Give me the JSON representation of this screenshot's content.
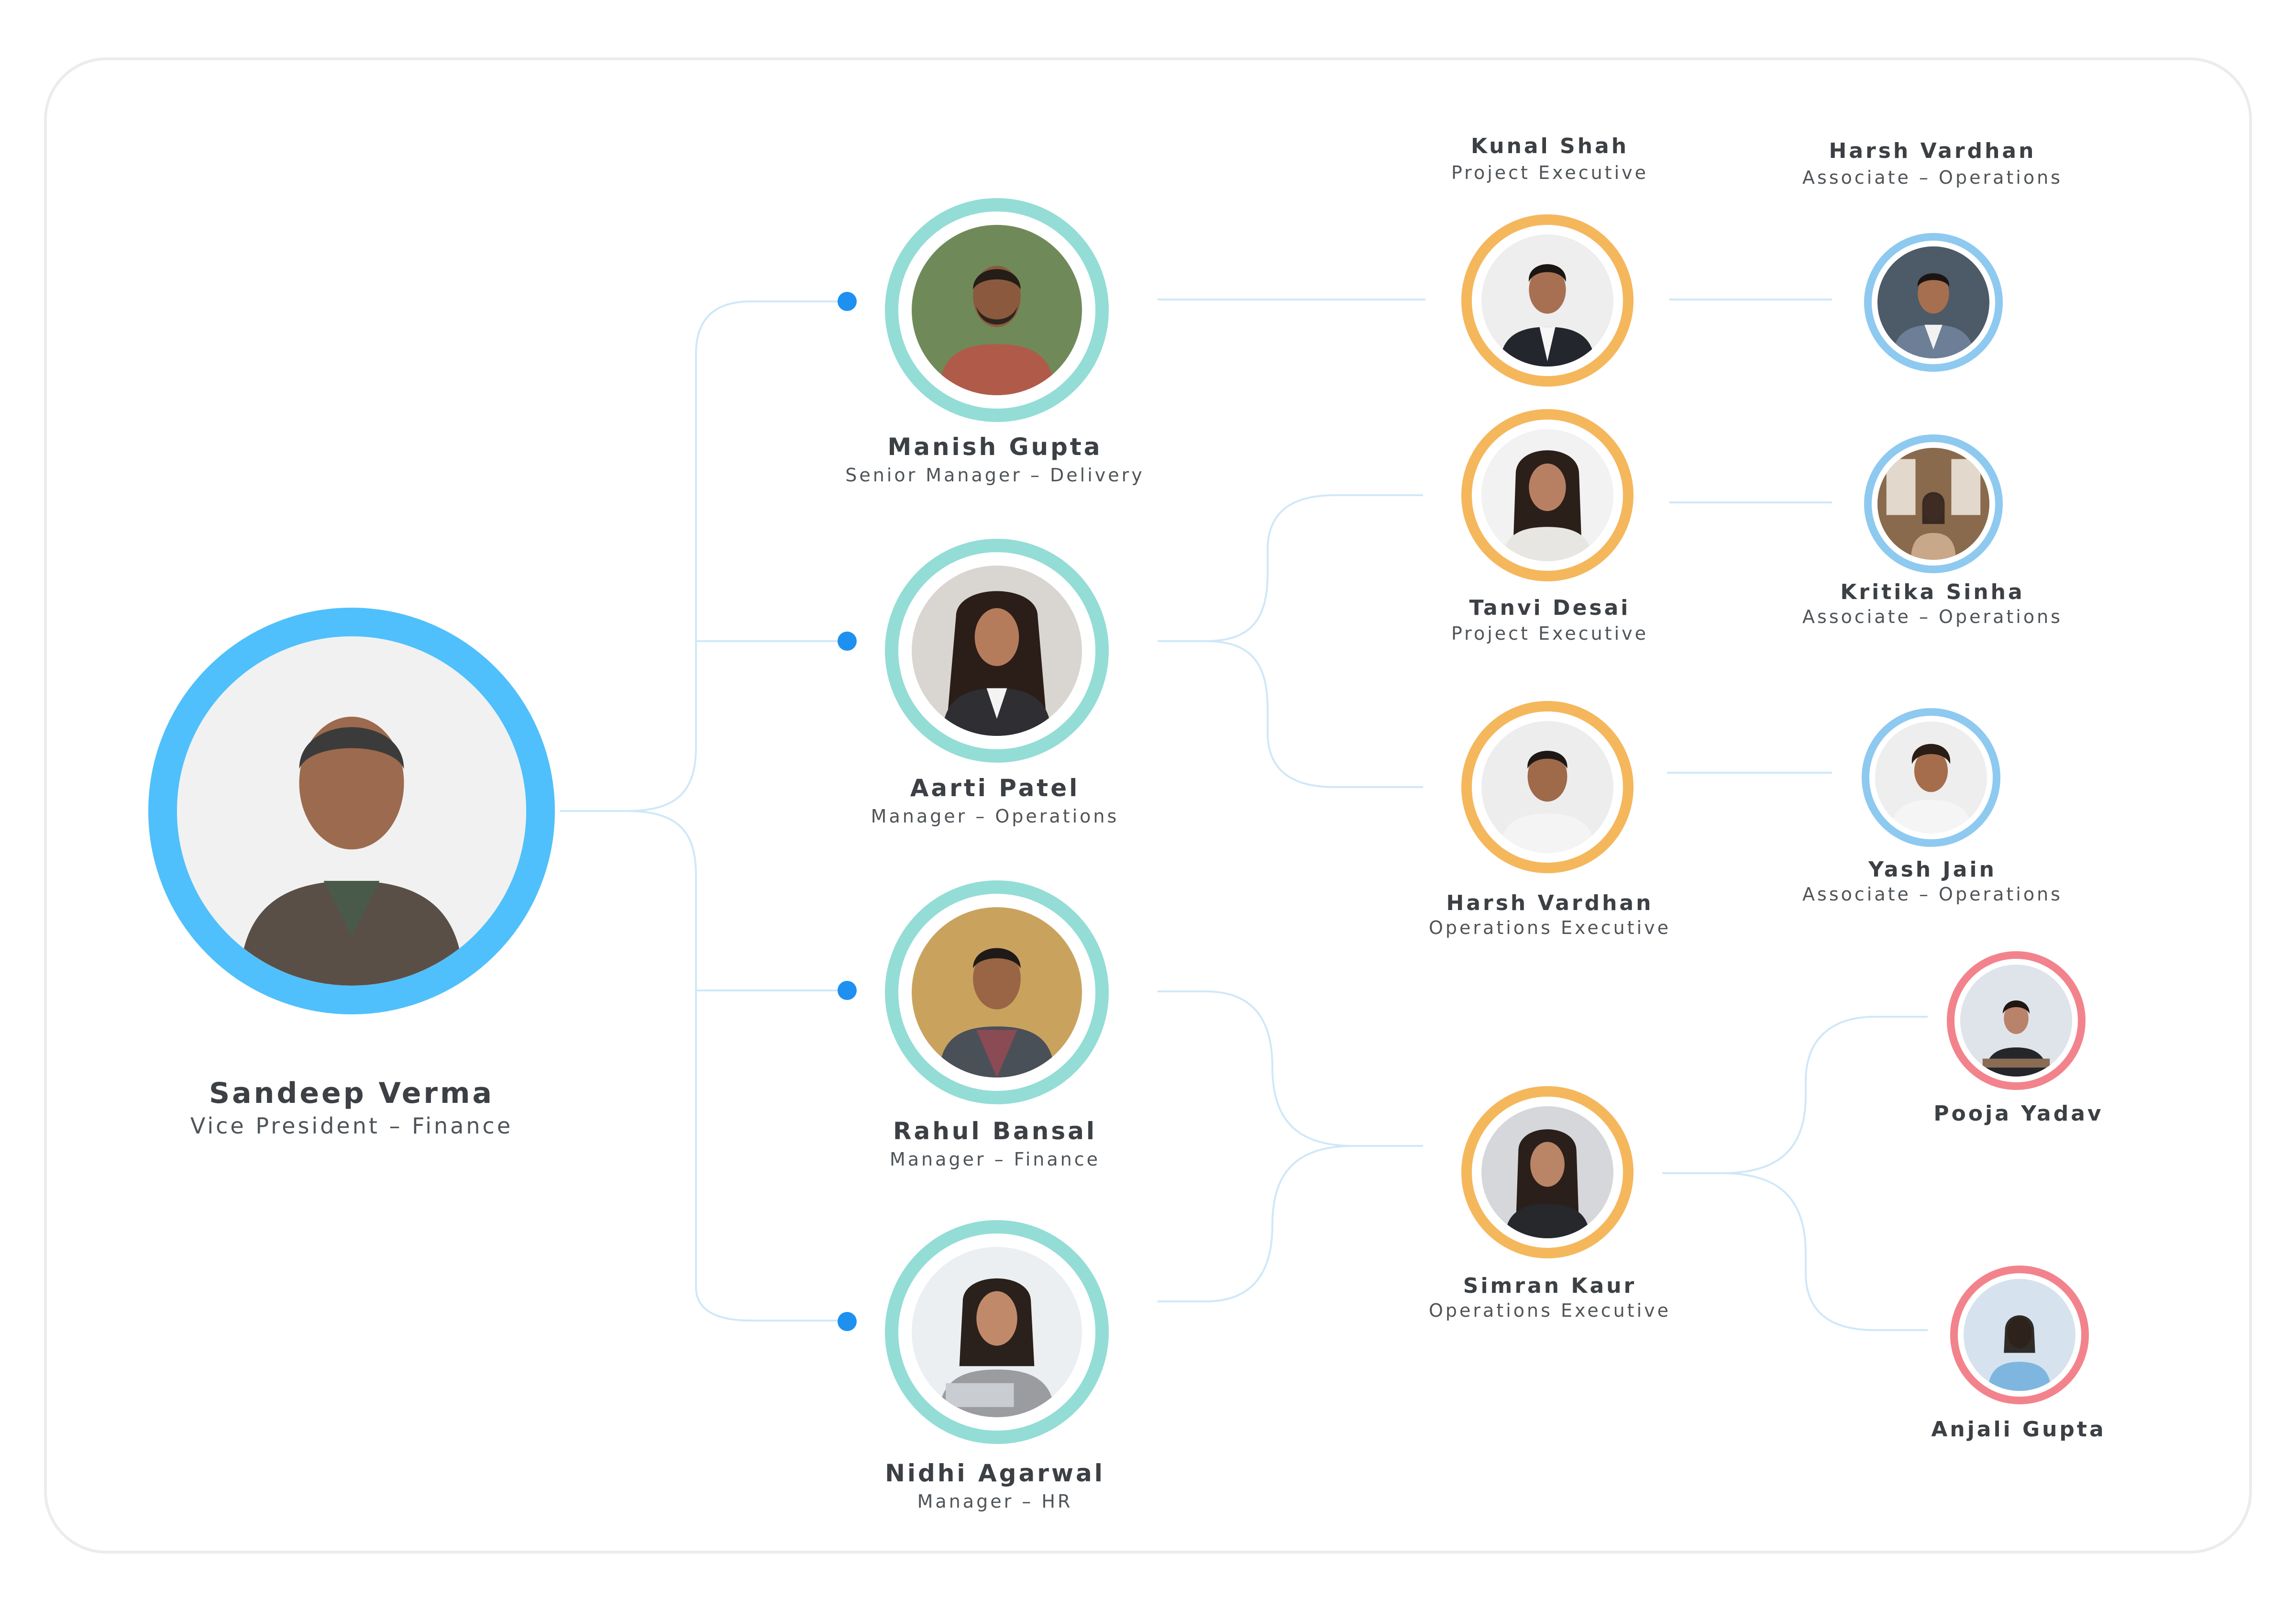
{
  "root": {
    "name": "Sandeep Verma",
    "role": "Vice President – Finance"
  },
  "managers": [
    {
      "name": "Manish Gupta",
      "role": "Senior Manager – Delivery"
    },
    {
      "name": "Aarti Patel",
      "role": "Manager – Operations"
    },
    {
      "name": "Rahul Bansal",
      "role": "Manager – Finance"
    },
    {
      "name": "Nidhi Agarwal",
      "role": "Manager – HR"
    }
  ],
  "executives": [
    {
      "name": "Kunal Shah",
      "role": "Project Executive"
    },
    {
      "name": "Tanvi Desai",
      "role": "Project Executive"
    },
    {
      "name": "Harsh Vardhan",
      "role": "Operations Executive"
    },
    {
      "name": "Simran Kaur",
      "role": "Operations Executive"
    }
  ],
  "associates": [
    {
      "name": "Harsh Vardhan",
      "role": "Associate – Operations"
    },
    {
      "name": "Kritika Sinha",
      "role": "Associate – Operations"
    },
    {
      "name": "Yash Jain",
      "role": "Associate – Operations"
    },
    {
      "name": "Pooja Yadav",
      "role": ""
    },
    {
      "name": "Anjali Gupta",
      "role": ""
    }
  ],
  "colors": {
    "root_ring": "#4fc0fb",
    "manager_ring": "#93ddd6",
    "executive_ring": "#f5b75c",
    "associate_ring": "#8ec9f0",
    "intern_ring": "#f2838c",
    "connector": "#cfe8f8",
    "dot": "#1e90f0"
  }
}
